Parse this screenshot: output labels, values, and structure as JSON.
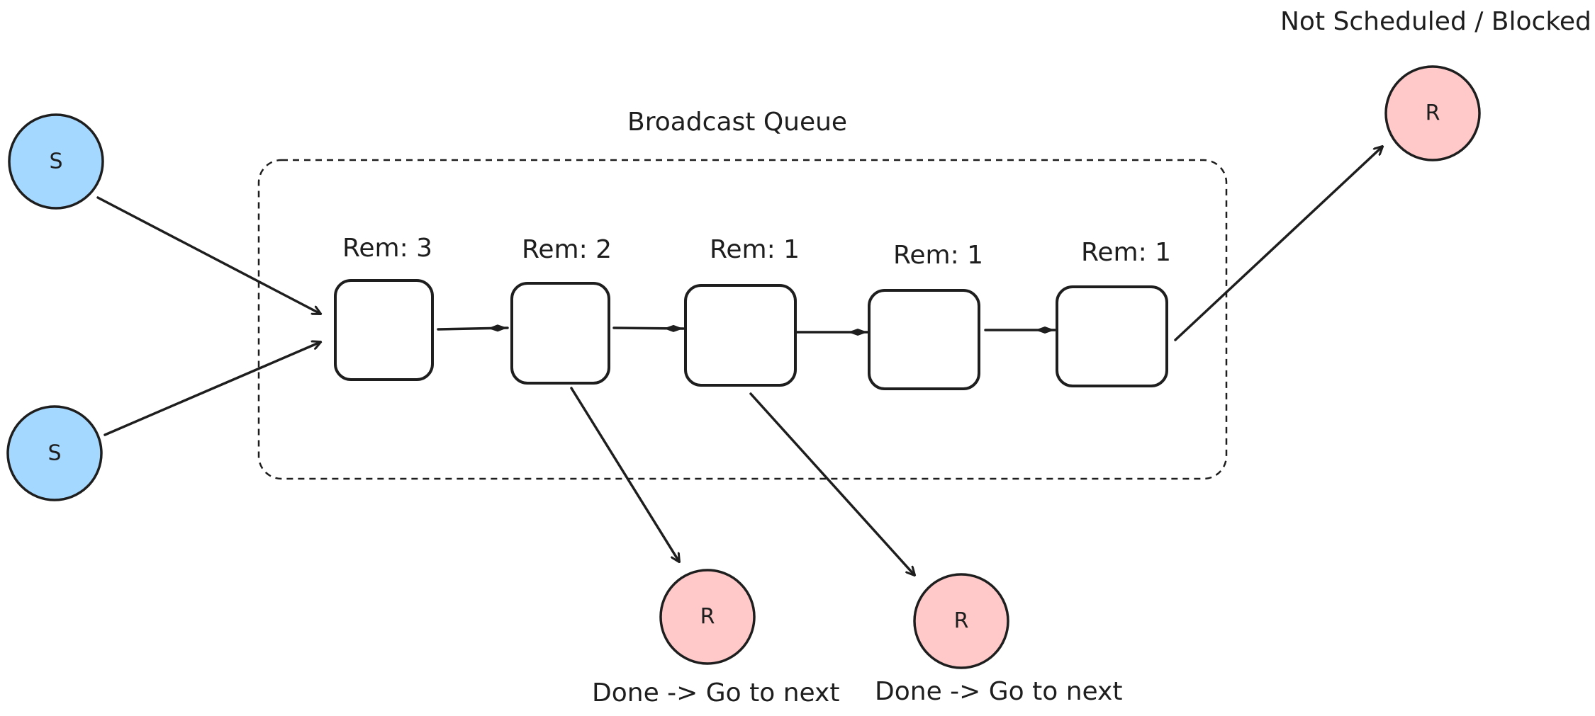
{
  "queue": {
    "title": "Broadcast Queue",
    "items": [
      {
        "label": "Rem: 3"
      },
      {
        "label": "Rem: 2"
      },
      {
        "label": "Rem: 1"
      },
      {
        "label": "Rem: 1"
      },
      {
        "label": "Rem: 1"
      }
    ]
  },
  "senders": [
    {
      "letter": "S"
    },
    {
      "letter": "S"
    }
  ],
  "receivers": [
    {
      "letter": "R",
      "caption": "Done -> Go to next"
    },
    {
      "letter": "R",
      "caption": "Done -> Go to next"
    },
    {
      "letter": "R",
      "caption": "Not Scheduled / Blocked"
    }
  ],
  "colors": {
    "sender_fill": "#a5d8ff",
    "receiver_fill": "#ffc9c9",
    "stroke": "#1e1e1e"
  }
}
